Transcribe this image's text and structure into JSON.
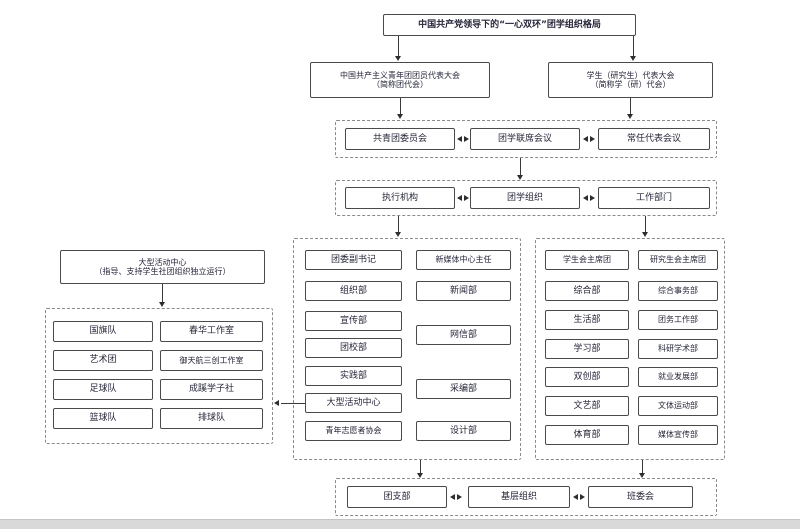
{
  "top_title": "中国共产党领导下的“一心双环”团学组织格局",
  "congress_league": {
    "line1": "中国共产主义青年团团员代表大会",
    "line2": "（简称团代会）"
  },
  "congress_student": {
    "line1": "学生（研究生）代表大会",
    "line2": "（简称学（研）代会）"
  },
  "row3": [
    "共青团委员会",
    "团学联席会议",
    "常任代表会议"
  ],
  "row4": [
    "执行机构",
    "团学组织",
    "工作部门"
  ],
  "committee_column": [
    "团委副书记",
    "组织部",
    "宣传部",
    "团校部",
    "实践部",
    "大型活动中心",
    "青年志愿者协会"
  ],
  "newmedia_column": [
    "新媒体中心主任",
    "新闻部",
    "网信部",
    "采编部",
    "设计部"
  ],
  "student_union_column": [
    "学生会主席团",
    "综合部",
    "生活部",
    "学习部",
    "双创部",
    "文艺部",
    "体育部"
  ],
  "grad_union_column": [
    "研究生会主席团",
    "综合事务部",
    "团务工作部",
    "科研学术部",
    "就业发展部",
    "文体运动部",
    "媒体宣传部"
  ],
  "activity_center": {
    "line1": "大型活动中心",
    "line2": "（指导、支持学生社团组织独立运行）"
  },
  "clubs_left": [
    "国旗队",
    "艺术团",
    "足球队",
    "篮球队"
  ],
  "clubs_right": [
    "春华工作室",
    "御天航三创工作室",
    "成蹊学子社",
    "排球队"
  ],
  "bottom_row": [
    "团支部",
    "基层组织",
    "班委会"
  ],
  "colors": {
    "line": "#3a3a3a",
    "box_border": "#4a4a4a",
    "text": "#26263a"
  }
}
